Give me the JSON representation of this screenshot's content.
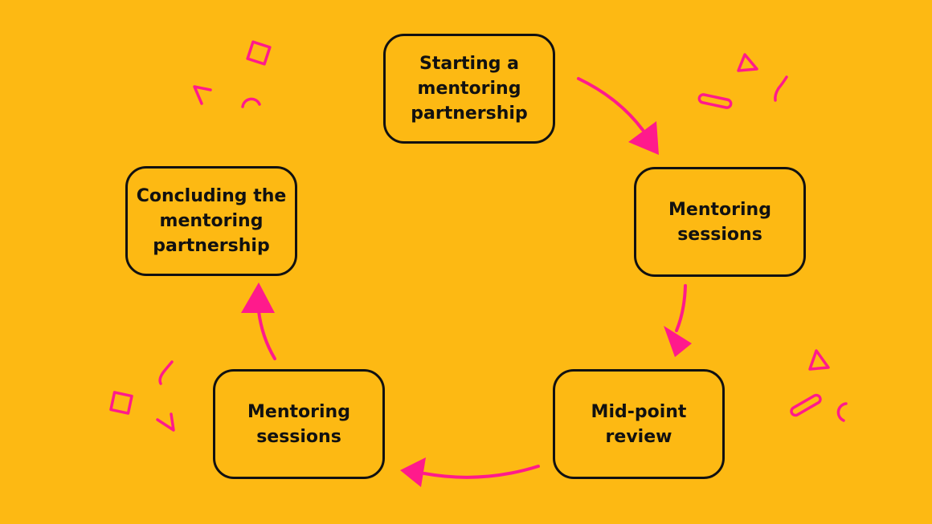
{
  "colors": {
    "background": "#FDB913",
    "accent": "#FF1A8C",
    "box_border": "#111111",
    "text": "#111111"
  },
  "diagram": {
    "type": "cycle",
    "nodes": [
      {
        "id": "start",
        "label": "Starting a mentoring partnership"
      },
      {
        "id": "sessions_1",
        "label": "Mentoring sessions"
      },
      {
        "id": "midpoint",
        "label": "Mid-point review"
      },
      {
        "id": "sessions_2",
        "label": "Mentoring sessions"
      },
      {
        "id": "conclude",
        "label": "Concluding the mentoring partnership"
      }
    ],
    "edges": [
      {
        "from": "start",
        "to": "sessions_1"
      },
      {
        "from": "sessions_1",
        "to": "midpoint"
      },
      {
        "from": "midpoint",
        "to": "sessions_2"
      },
      {
        "from": "sessions_2",
        "to": "conclude"
      }
    ]
  },
  "decorations": {
    "shapes": [
      "square",
      "triangle",
      "pill",
      "arc",
      "squiggle",
      "chevron"
    ]
  }
}
